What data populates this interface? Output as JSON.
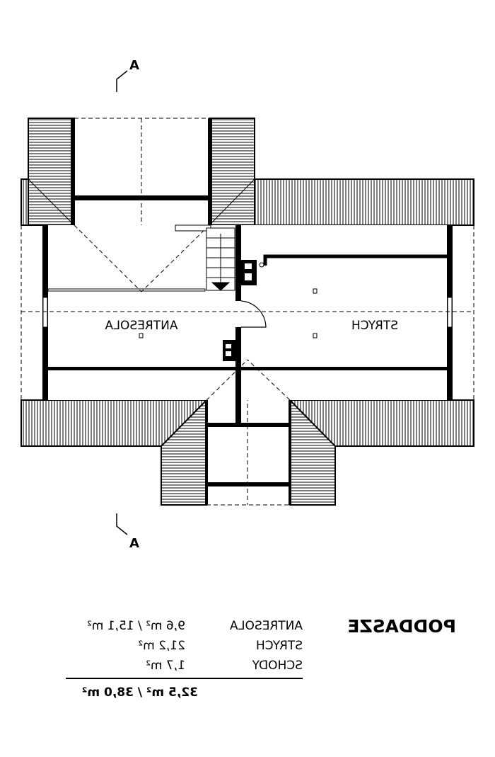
{
  "section_markers": {
    "top": "A",
    "bottom": "A"
  },
  "rooms": {
    "left": "ANTRESOLA",
    "right": "STRYCH"
  },
  "summary": {
    "title": "PODDASZE",
    "rows": [
      {
        "name": "ANTRESOLA",
        "area": "9,6 m² / 15,1 m²"
      },
      {
        "name": "STRYCH",
        "area": "21,2 m²"
      },
      {
        "name": "SCHODY",
        "area": "1,7 m²"
      }
    ],
    "total": "32,5 m² / 38,0 m²"
  },
  "mirrored": true
}
